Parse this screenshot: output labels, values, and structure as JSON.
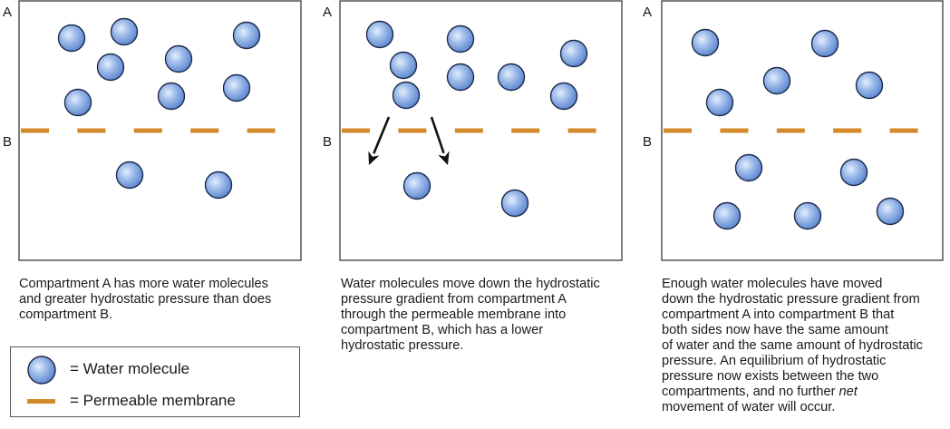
{
  "colors": {
    "molecule_fill": "#7ea3e0",
    "molecule_highlight": "#dce8fa",
    "molecule_stroke": "#1c2a4a",
    "membrane": "#d38a2a",
    "box_border": "#555555",
    "arrow": "#111111"
  },
  "panels": [
    {
      "label_top": "A",
      "label_bottom": "B",
      "compartment_a_molecules": 8,
      "compartment_b_molecules": 2,
      "arrows": 0,
      "caption": [
        "Compartment A has more water molecules",
        "and greater hydrostatic pressure than does",
        "compartment B."
      ]
    },
    {
      "label_top": "A",
      "label_bottom": "B",
      "compartment_a_molecules": 8,
      "compartment_b_molecules": 2,
      "arrows": 2,
      "caption": [
        "Water molecules move down the hydrostatic",
        "pressure gradient from compartment A",
        "through the permeable membrane into",
        "compartment B, which has a lower",
        "hydrostatic pressure."
      ]
    },
    {
      "label_top": "A",
      "label_bottom": "B",
      "compartment_a_molecules": 5,
      "compartment_b_molecules": 5,
      "arrows": 0,
      "caption": [
        "Enough water molecules have moved",
        "down the hydrostatic pressure gradient from",
        "compartment A into compartment B that",
        "both sides now have the same amount",
        "of water and the same amount of hydrostatic",
        "pressure.  An equilibrium of hydrostatic",
        "pressure now exists between the two",
        "compartments, and no further ",
        "movement of water will occur."
      ],
      "caption_italic_word": "net"
    }
  ],
  "legend": {
    "items": [
      {
        "icon": "water-molecule-icon",
        "label": "= Water molecule"
      },
      {
        "icon": "permeable-membrane-icon",
        "label": "= Permeable membrane"
      }
    ]
  }
}
